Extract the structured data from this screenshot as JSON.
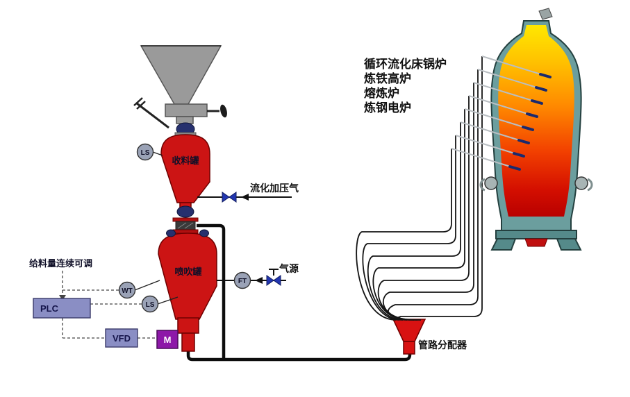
{
  "diagram": {
    "feed_note": "给料量连续可调",
    "fluidizing_gas_label": "流化加压气",
    "gas_source_label": "气源",
    "distributor_label": "管路分配器",
    "receiving_tank_label": "收料罐",
    "injection_tank_label": "喷吹罐",
    "plc_label": "PLC",
    "vfd_label": "VFD",
    "motor_label": "M",
    "level_switch_top": "LS",
    "weight_transmitter": "WT",
    "level_switch_bottom": "LS",
    "flow_transmitter": "FT",
    "applications": [
      "循环流化床锅炉",
      "炼铁高炉",
      "熔炼炉",
      "炼钢电炉"
    ]
  },
  "colors": {
    "vessel_red": "#cc1414",
    "hopper_gray": "#9a9a9a",
    "valve_navy": "#26306e",
    "gas_valve_blue": "#2236b0",
    "instrument_fill": "#9aa2b6",
    "controller_fill": "#8a8ec4",
    "motor_purple": "#8d18a8",
    "pipe_black": "#0d0d0d",
    "furnace_shell": "#6b9e9e",
    "furnace_band": "#558a8a",
    "distributor_red": "#d81212",
    "hot_top": "#ffe800",
    "hot_mid": "#ff8a00",
    "hot_low": "#e03800",
    "hot_bottom": "#b80000",
    "lance_tip_navy": "#1a2a6e"
  }
}
